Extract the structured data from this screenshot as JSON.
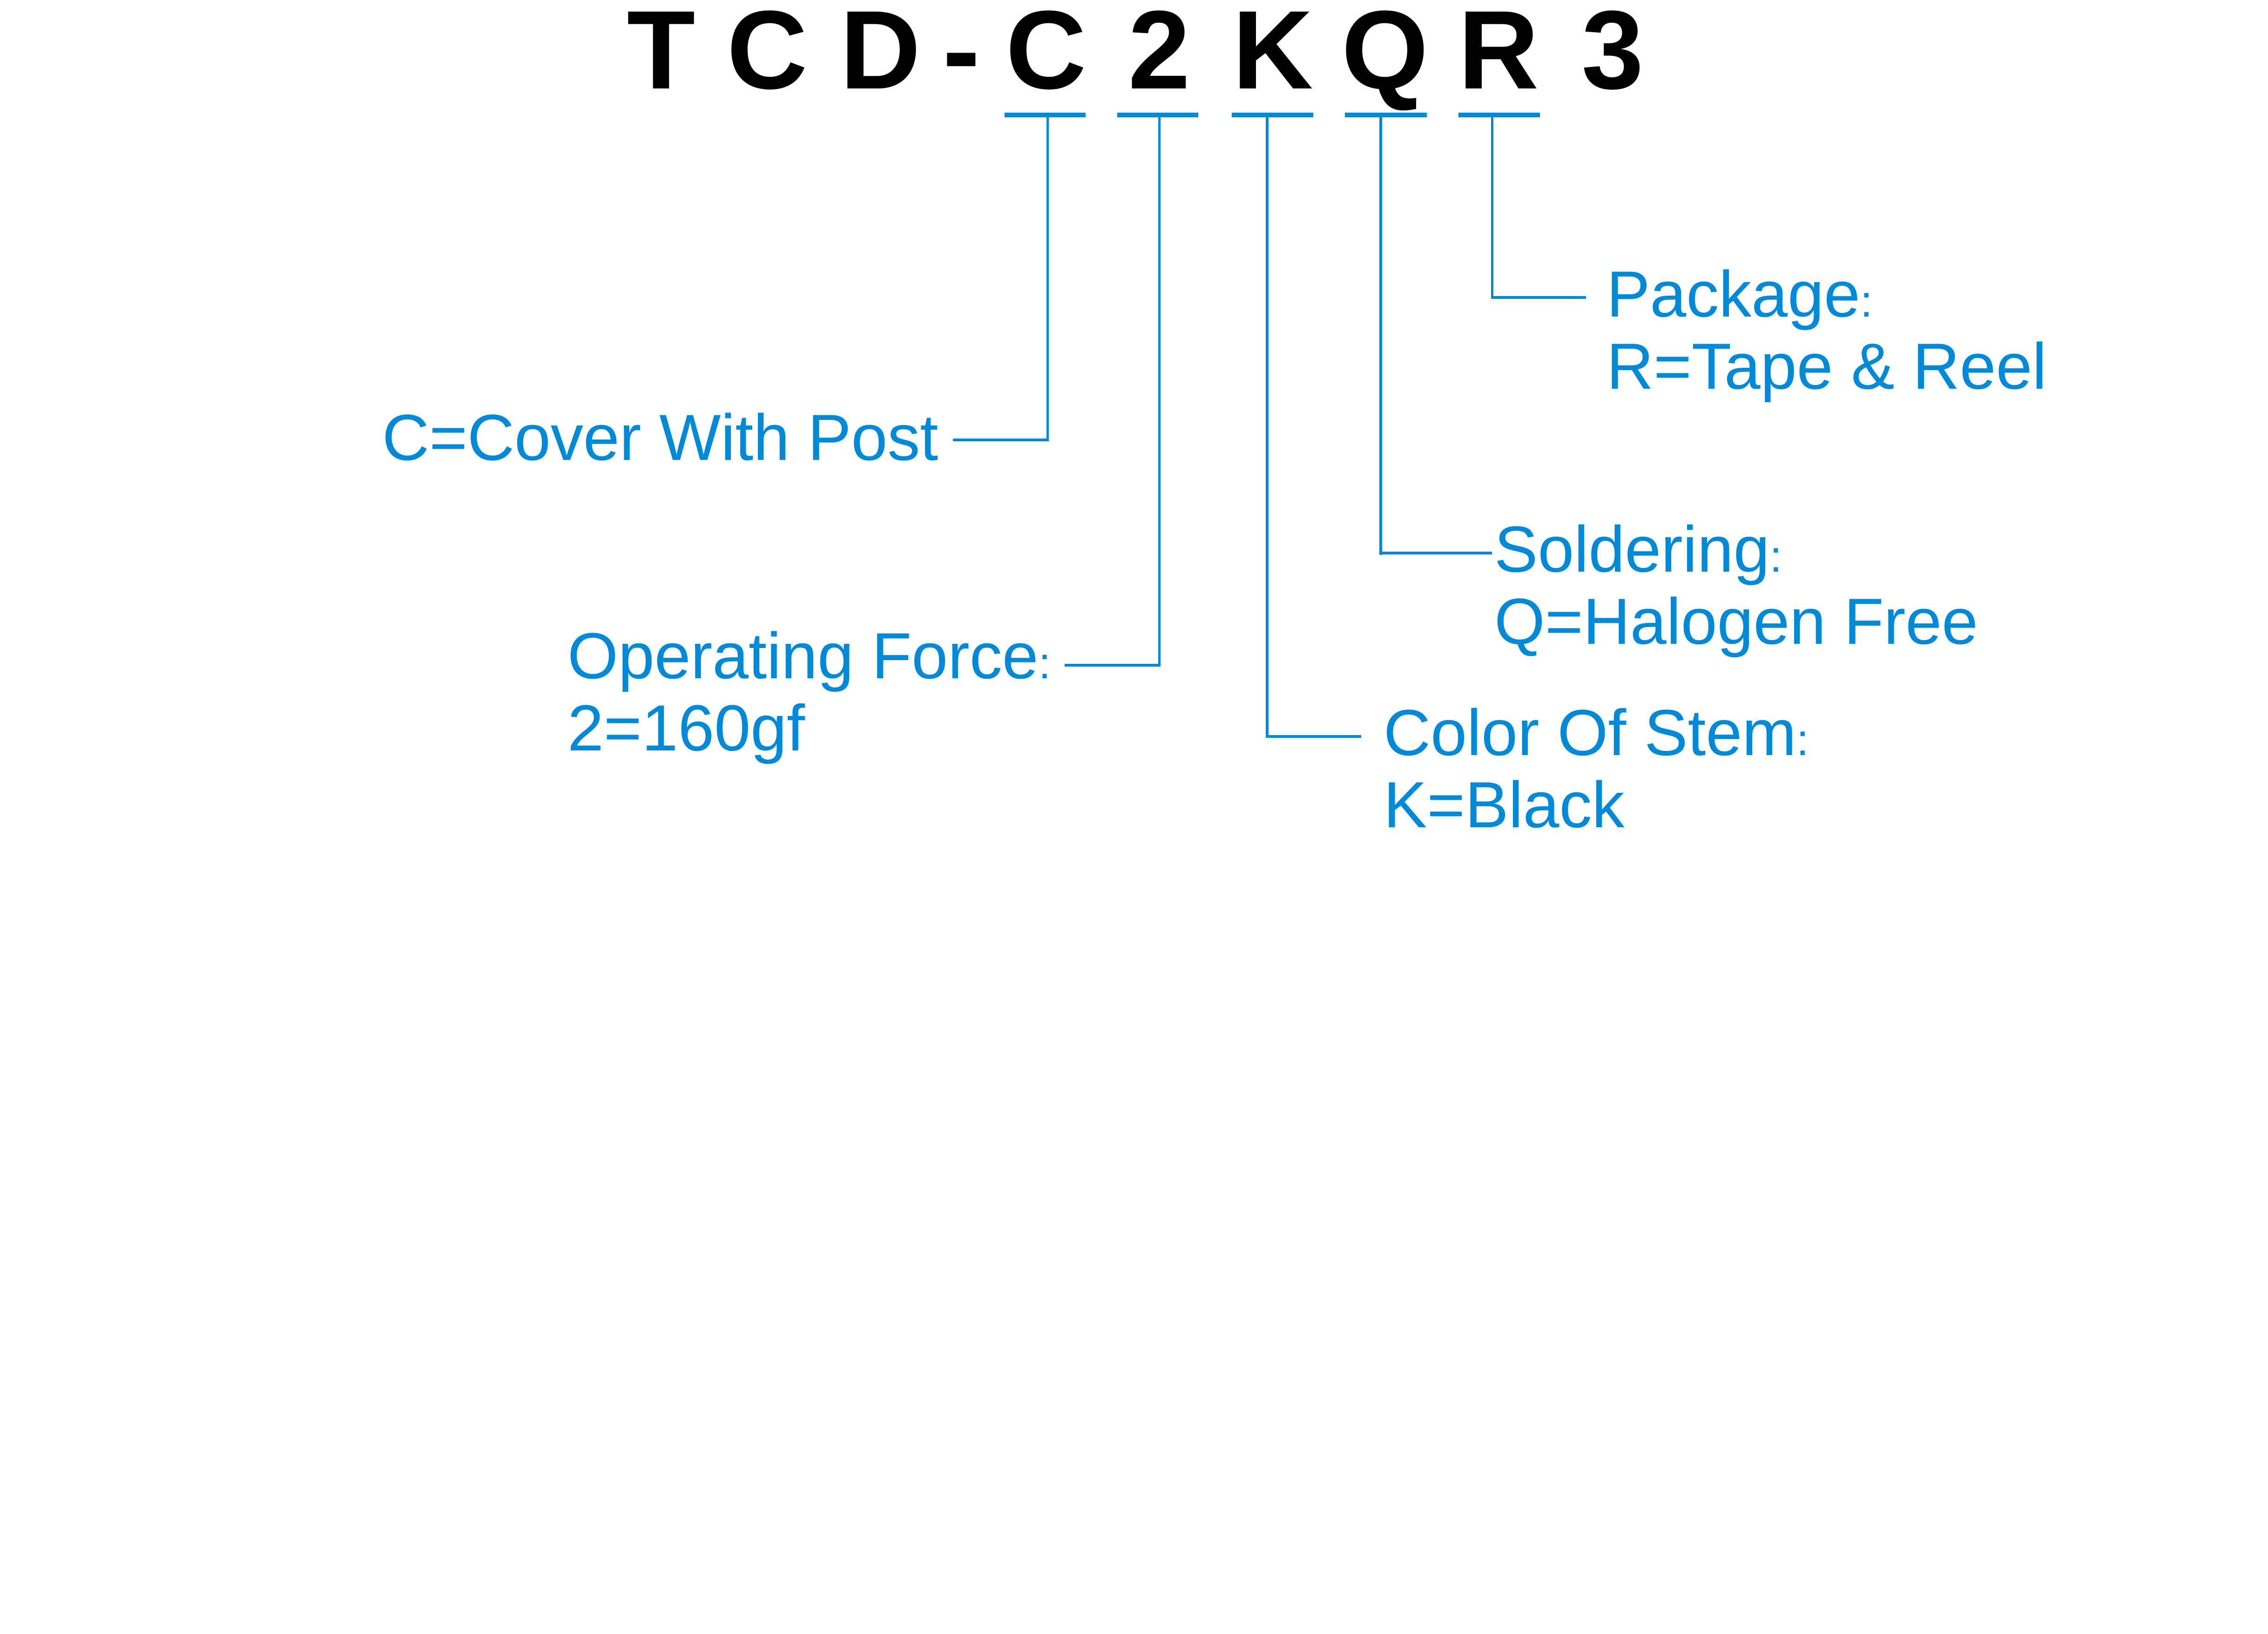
{
  "diagram": {
    "title": "Part number breakdown",
    "part_number": {
      "full": "TCD-C2KQR3",
      "characters": [
        "T",
        "C",
        "D",
        "-",
        "C",
        "2",
        "K",
        "Q",
        "R",
        "3"
      ],
      "underlined": [
        "C",
        "2",
        "K",
        "Q",
        "R"
      ]
    },
    "accent_color": "#0089d6",
    "text_color": "#000000",
    "annotations": [
      {
        "code": "C",
        "heading": "",
        "value": "C=Cover With Post"
      },
      {
        "code": "2",
        "heading": "Operating Force",
        "value": "2=160gf"
      },
      {
        "code": "K",
        "heading": "Color Of Stem",
        "value": "K=Black"
      },
      {
        "code": "Q",
        "heading": "Soldering",
        "value": "Q=Halogen Free"
      },
      {
        "code": "R",
        "heading": "Package",
        "value": "R=Tape & Reel"
      }
    ],
    "colon": ":"
  }
}
